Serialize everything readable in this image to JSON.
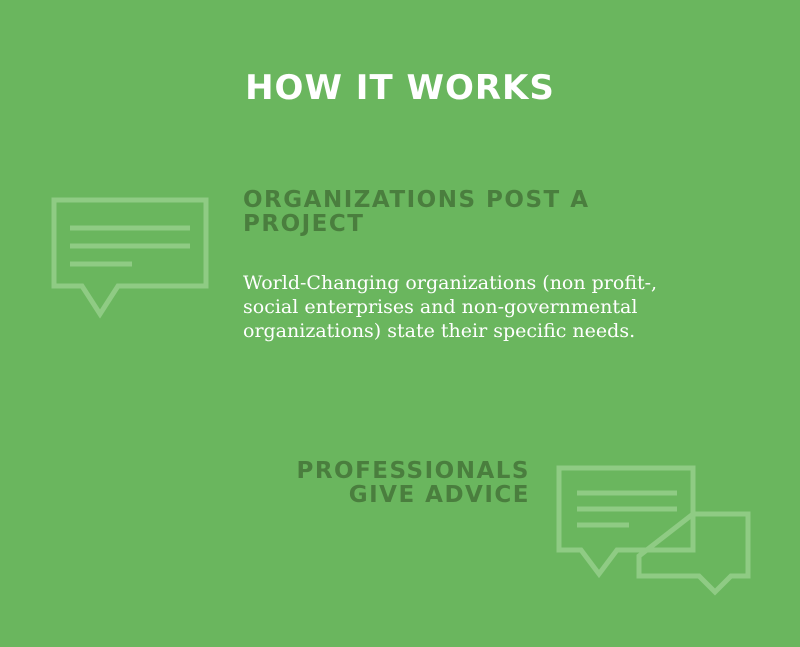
{
  "header": {
    "title": "HOW IT WORKS"
  },
  "steps": [
    {
      "heading": "ORGANIZATIONS POST A PROJECT",
      "description": "World-Changing organizations (non profit-, social enterprises and non-governmental organizations) state their specific needs.",
      "icon": "chat-bubble-icon"
    },
    {
      "heading": "PROFESSIONALS GIVE ADVICE",
      "description": "",
      "icon": "chat-bubbles-icon"
    }
  ],
  "colors": {
    "background": "#6ab65e",
    "title": "#ffffff",
    "heading": "#4a7e3e",
    "body_text": "#ffffff",
    "icon_stroke": "#8fcb84"
  }
}
